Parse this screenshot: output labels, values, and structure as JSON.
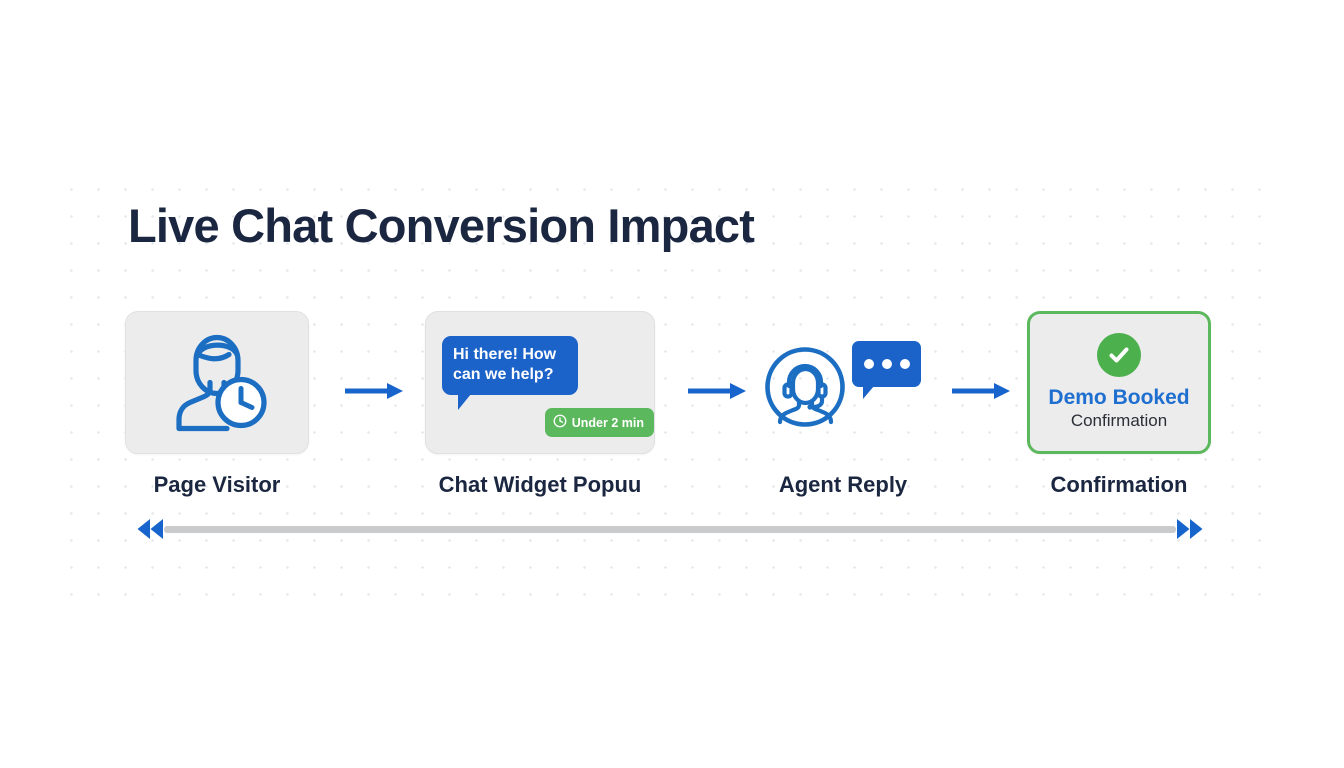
{
  "page": {
    "title": "Live Chat Conversion Impact",
    "background_color": "#ffffff",
    "accent_blue": "#1b62c9",
    "accent_green": "#5cb85c",
    "title_color": "#1b2740",
    "card_background": "#ececed"
  },
  "flow": {
    "steps": [
      {
        "id": "page-visitor",
        "label": "Page Visitor",
        "icon": "person-with-clock-icon",
        "card_style": "gray"
      },
      {
        "id": "chat-widget-popup",
        "label": "Chat Widget Popuu",
        "icon": "chat-bubble-icon",
        "card_style": "gray",
        "bubble_text_line1": "Hi there! How",
        "bubble_text_line2": "can we help?",
        "badge_label": "Under 2 min",
        "badge_icon": "clock-icon"
      },
      {
        "id": "agent-reply",
        "label": "Agent Reply",
        "icon": "agent-headset-icon",
        "card_style": "none",
        "typing_indicator": "three-dots"
      },
      {
        "id": "confirmation",
        "label": "Confirmation",
        "icon": "check-circle-icon",
        "card_style": "green-outline",
        "card_title": "Demo Booked",
        "card_subtitle": "Confirmation"
      }
    ],
    "connector_icon": "arrow-right-icon",
    "connector_count": 3
  },
  "timeline": {
    "start_icon": "double-arrow-left-icon",
    "end_icon": "double-arrow-right-icon",
    "bar_color": "#c9cbcd"
  }
}
